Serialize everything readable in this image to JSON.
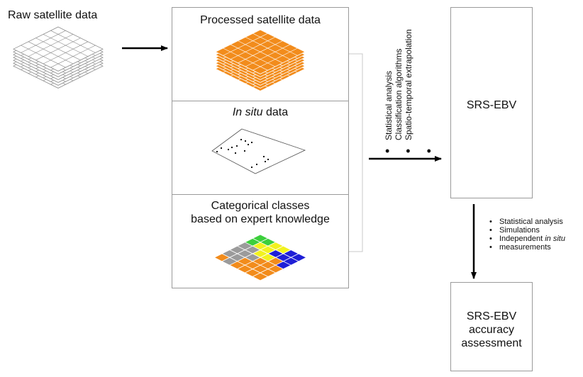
{
  "raw": {
    "title": "Raw satellite data"
  },
  "processed": {
    "title": "Processed satellite data"
  },
  "insitu": {
    "title_italic": "In situ",
    "title_rest": " data"
  },
  "categorical": {
    "title_line1": "Categorical classes",
    "title_line2": "based on expert knowledge"
  },
  "methods": {
    "items": [
      "Statistical analysis",
      "Classification algorithms",
      "Spatio-temporal extrapolation"
    ],
    "ellipsis": "• • •"
  },
  "srs_ebv": {
    "label": "SRS-EBV"
  },
  "validation": {
    "item1": "Statistical analysis",
    "item2": "Simulations",
    "item3_prefix": "Independent ",
    "item3_italic": "in situ",
    "item3_line2": "measurements"
  },
  "accuracy": {
    "line1": "SRS-EBV",
    "line2": "accuracy",
    "line3": "assessment"
  },
  "colors": {
    "orange": "#f28c1c",
    "blue": "#1f1fd6",
    "yellow": "#f2f21f",
    "green": "#3ccf3c",
    "gray": "#9b9b9b",
    "box_border": "#9a9a9a"
  },
  "category_grid": [
    [
      "green",
      "green",
      "yellow",
      "yellow",
      "blue",
      "blue"
    ],
    [
      "green",
      "yellow",
      "yellow",
      "blue",
      "blue",
      "blue"
    ],
    [
      "gray",
      "gray",
      "yellow",
      "yellow",
      "orange",
      "blue"
    ],
    [
      "gray",
      "gray",
      "gray",
      "orange",
      "orange",
      "orange"
    ],
    [
      "gray",
      "gray",
      "orange",
      "orange",
      "orange",
      "orange"
    ],
    [
      "orange",
      "gray",
      "orange",
      "orange",
      "orange",
      "orange"
    ]
  ]
}
